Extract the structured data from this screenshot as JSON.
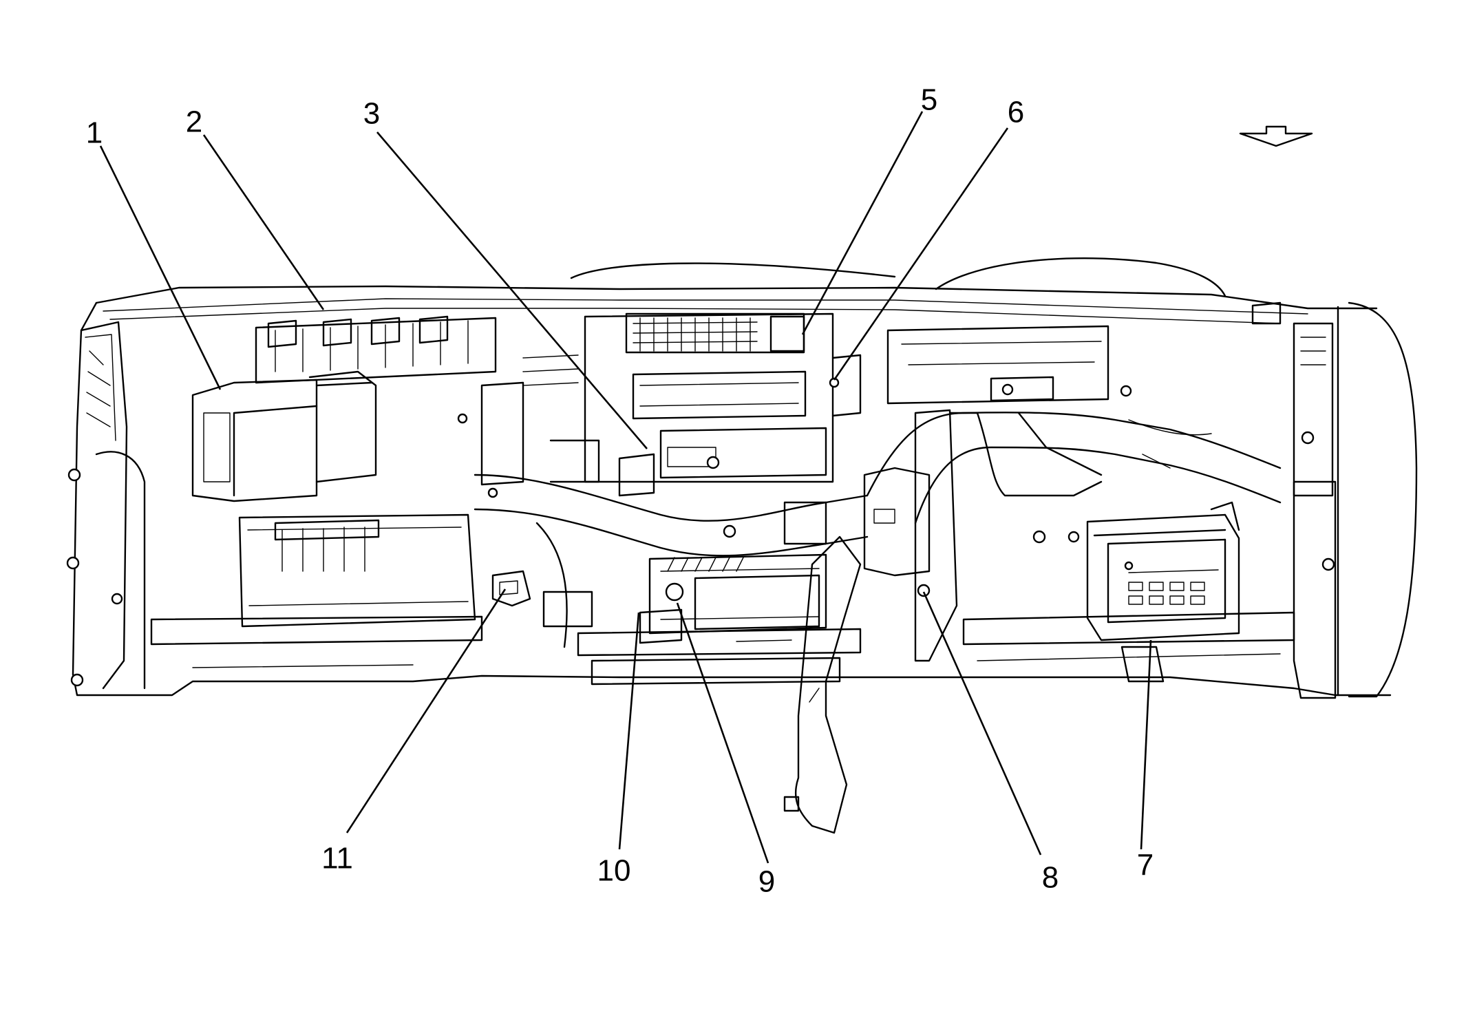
{
  "callouts": [
    {
      "label": "1",
      "name": "callout-1"
    },
    {
      "label": "2",
      "name": "callout-2"
    },
    {
      "label": "3",
      "name": "callout-3"
    },
    {
      "label": "5",
      "name": "callout-5"
    },
    {
      "label": "6",
      "name": "callout-6"
    },
    {
      "label": "7",
      "name": "callout-7"
    },
    {
      "label": "8",
      "name": "callout-8"
    },
    {
      "label": "9",
      "name": "callout-9"
    },
    {
      "label": "10",
      "name": "callout-10"
    },
    {
      "label": "11",
      "name": "callout-11"
    }
  ],
  "icons": {
    "direction_arrow": "down-arrow-icon"
  }
}
